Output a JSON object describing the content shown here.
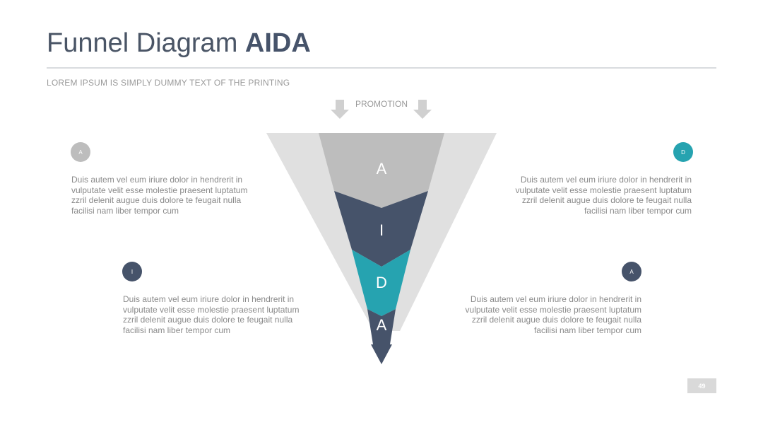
{
  "header": {
    "title_light": "Funnel Diagram",
    "title_bold": "AIDA",
    "subtitle": "LOREM IPSUM IS SIMPLY DUMMY TEXT OF THE PRINTING"
  },
  "funnel": {
    "top_label": "PROMOTION",
    "stages": [
      {
        "letter": "A",
        "color": "#bdbdbd"
      },
      {
        "letter": "I",
        "color": "#46536a"
      },
      {
        "letter": "D",
        "color": "#26a3b0"
      },
      {
        "letter": "A",
        "color": "#46536a"
      }
    ],
    "outer_color": "#e0e0e0",
    "arrow_color": "#d0d0d0"
  },
  "callouts": [
    {
      "badge": "A",
      "color": "#bdbdbd",
      "text": "Duis autem vel eum iriure dolor in hendrerit in vulputate velit esse molestie praesent luptatum zzril delenit augue duis dolore te feugait nulla facilisi nam liber tempor cum"
    },
    {
      "badge": "D",
      "color": "#26a3b0",
      "text": "Duis autem vel eum iriure dolor in hendrerit in vulputate velit esse molestie praesent luptatum zzril delenit augue duis dolore te feugait nulla facilisi nam liber tempor cum"
    },
    {
      "badge": "I",
      "color": "#46536a",
      "text": "Duis autem vel eum iriure dolor in hendrerit in vulputate velit esse molestie praesent luptatum zzril delenit augue duis dolore te feugait nulla facilisi nam liber tempor cum"
    },
    {
      "badge": "A",
      "color": "#46536a",
      "text": "Duis autem vel eum iriure dolor in hendrerit in vulputate velit esse molestie praesent luptatum zzril delenit augue duis dolore te feugait nulla facilisi nam liber tempor cum"
    }
  ],
  "footer": {
    "page_number": "49"
  }
}
